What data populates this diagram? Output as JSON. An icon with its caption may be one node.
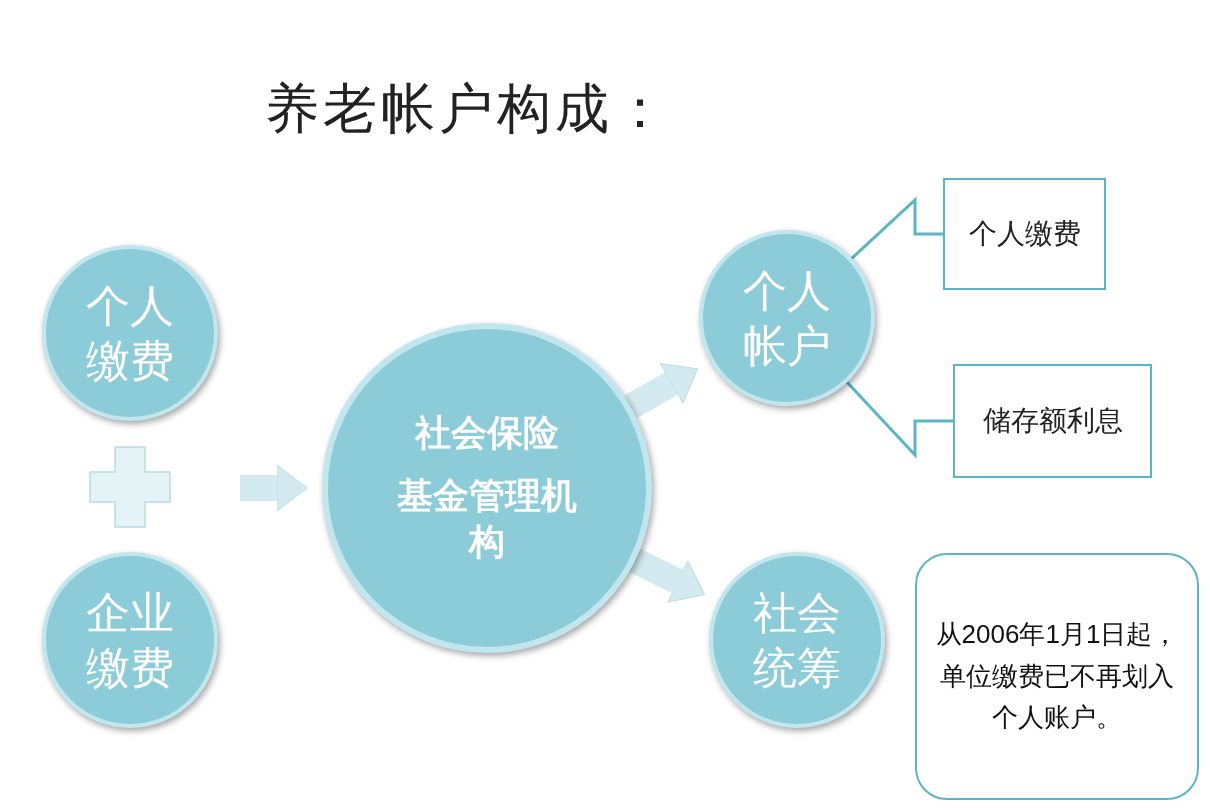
{
  "diagram": {
    "title": "养老帐户构成：",
    "nodes": [
      {
        "text": [
          "个人缴费"
        ]
      },
      {
        "text": [
          "企业缴费"
        ]
      },
      {
        "text": [
          "社会保险",
          "基金管理机构"
        ]
      },
      {
        "text": [
          "个人帐户"
        ]
      },
      {
        "text": [
          "个人缴费"
        ]
      },
      {
        "text": [
          "储存额利息"
        ]
      },
      {
        "text": [
          "社会统筹"
        ]
      },
      {
        "text": [
          "从2006年1月1日起，单位缴费已不再划入个人账户。"
        ]
      }
    ],
    "edges": [
      {
        "from": null,
        "to": 2,
        "arrow": "to"
      },
      {
        "from": 2,
        "to": 3,
        "arrow": "to"
      },
      {
        "from": 2,
        "to": 6,
        "arrow": "to"
      },
      {
        "from": 3,
        "to": 4,
        "arrow": "none",
        "color": "#5bb5c5"
      },
      {
        "from": 3,
        "to": 5,
        "arrow": "none",
        "color": "#5bb5c5"
      }
    ]
  }
}
